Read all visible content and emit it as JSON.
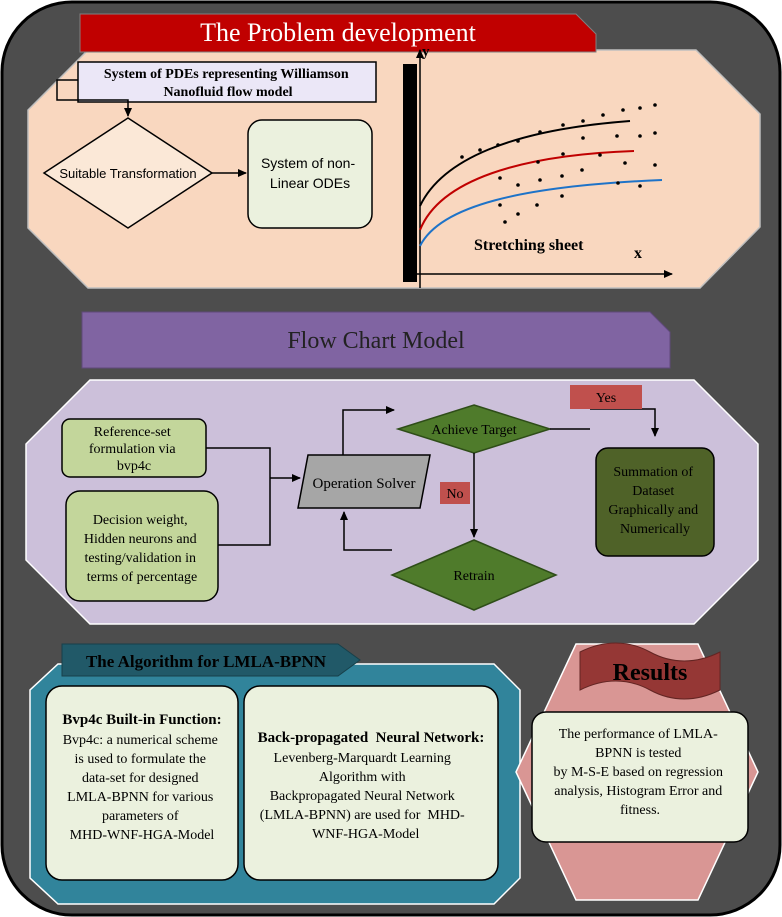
{
  "problem": {
    "banner": "The Problem development",
    "pde_box": [
      "System of PDEs representing Williamson",
      "Nanofluid flow model"
    ],
    "transform": "Suitable Transformation",
    "odes": [
      "System of non-",
      "Linear ODEs"
    ],
    "plot_label": "Stretching sheet",
    "axis_x": "x",
    "axis_y": "y"
  },
  "flow": {
    "banner": "Flow Chart Model",
    "reference": [
      "Reference-set",
      "formulation via",
      "bvp4c"
    ],
    "decision": [
      "Decision weight,",
      "Hidden neurons and",
      "testing/validation in",
      "terms of percentage"
    ],
    "solver": "Operation Solver",
    "achieve": "Achieve Target",
    "retrain": "Retrain",
    "yes": "Yes",
    "no": "No",
    "summation": [
      "Summation of",
      "Dataset",
      "Graphically and",
      "Numerically"
    ]
  },
  "algorithm": {
    "banner": "The Algorithm for LMLA-BPNN",
    "bvp_title": "Bvp4c Built-in Function:",
    "bvp_body": [
      "Bvp4c: a numerical scheme",
      "is used to formulate the",
      "data-set for designed",
      "LMLA-BPNN for various",
      "parameters of",
      "MHD-WNF-HGA-Model"
    ],
    "bpnn_title": "Back-propagated  Neural Network:",
    "bpnn_body": [
      "Levenberg-Marquardt Learning",
      "Algorithm with",
      "Backpropagated Neural Network",
      "(LMLA-BPNN) are used for  MHD-",
      "WNF-HGA-Model"
    ]
  },
  "results": {
    "banner": "Results",
    "body": [
      "The performance of LMLA-",
      "BPNN is tested",
      "by M-S-E based on regression",
      "analysis, Histogram Error and",
      "fitness."
    ]
  },
  "colors": {
    "outer": "#4d4d4d",
    "problem_bg": "#f9d7bf",
    "problem_banner": "#c00000",
    "flow_banner": "#8064a2",
    "flow_bg": "#ccc0da",
    "green_box": "#c3d69b",
    "green_diamond": "#4f7b2b",
    "algo_bg": "#31849b",
    "algo_banner": "#215968",
    "results_bg": "#d99694",
    "results_banner": "#953735",
    "cream_box": "#ebf1de"
  }
}
